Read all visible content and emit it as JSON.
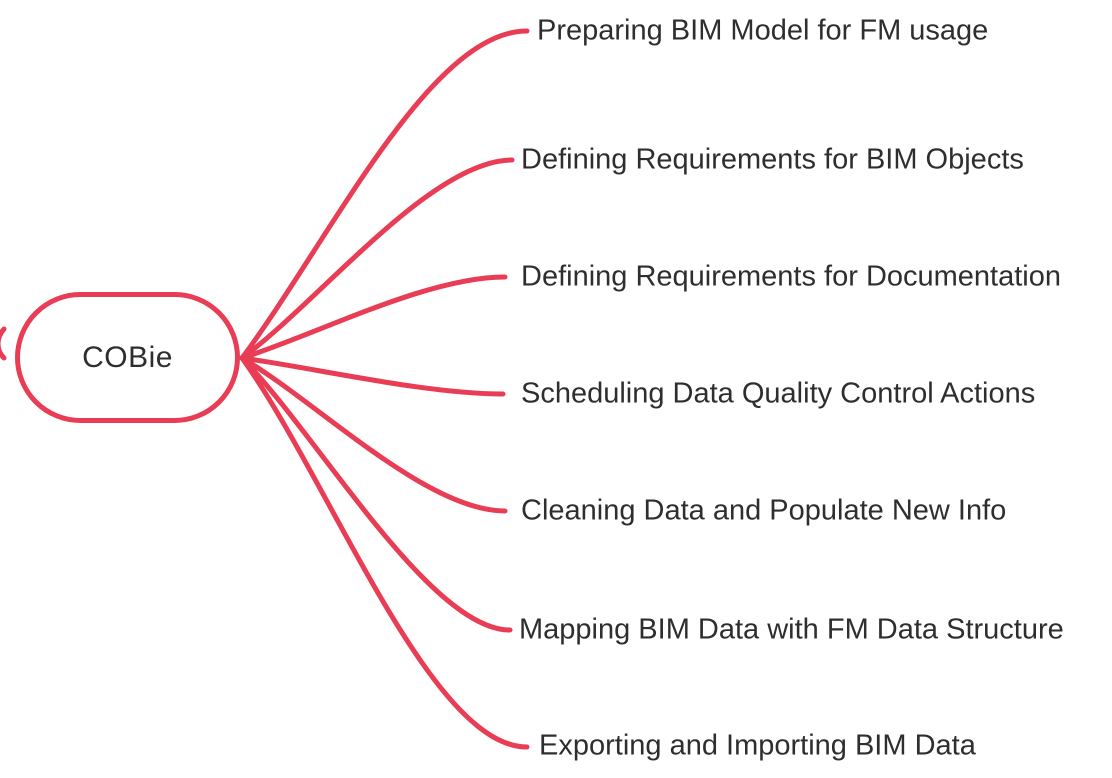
{
  "diagram": {
    "type": "mindmap",
    "root": {
      "label": "COBie"
    },
    "branches": [
      {
        "label": "Preparing BIM Model for FM usage"
      },
      {
        "label": "Defining Requirements for BIM Objects"
      },
      {
        "label": "Defining Requirements for Documentation"
      },
      {
        "label": "Scheduling Data Quality Control Actions"
      },
      {
        "label": "Cleaning Data and Populate New Info"
      },
      {
        "label": "Mapping BIM Data with FM Data Structure"
      },
      {
        "label": "Exporting and Importing BIM Data"
      }
    ]
  },
  "colors": {
    "accent": "#E93C55",
    "text": "#2E2E2E",
    "background": "#FFFFFF"
  }
}
